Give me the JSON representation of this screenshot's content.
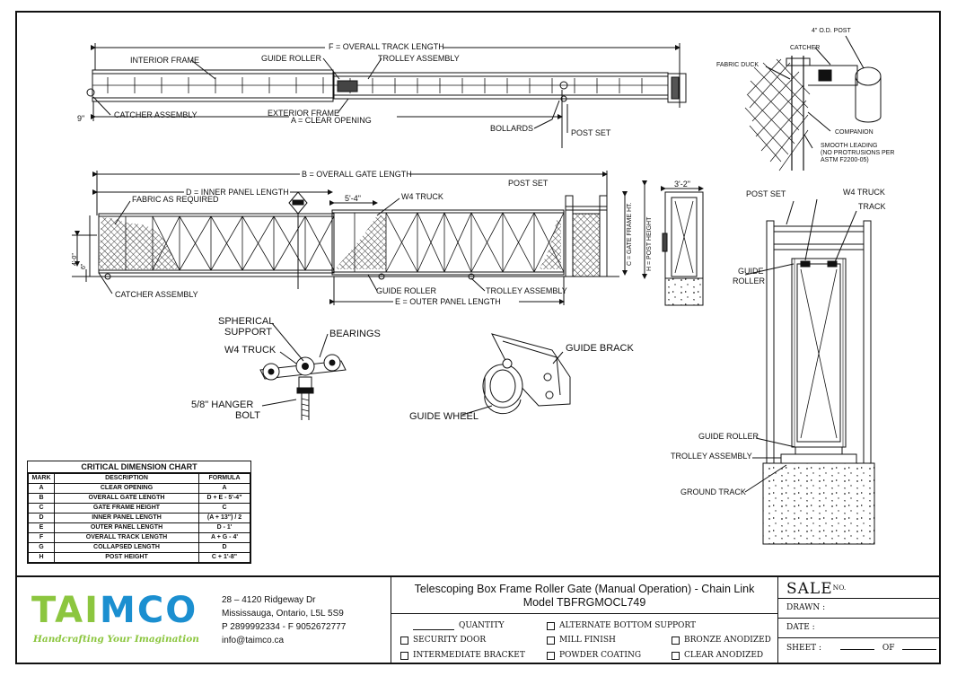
{
  "top_view": {
    "overall_track_length": "F = OVERALL TRACK LENGTH",
    "interior_frame": "INTERIOR FRAME",
    "guide_roller": "GUIDE ROLLER",
    "trolley_assembly": "TROLLEY ASSEMBLY",
    "catcher_assembly": "CATCHER ASSEMBLY",
    "exterior_frame": "EXTERIOR FRAME",
    "clear_opening": "A = CLEAR OPENING",
    "bollards": "BOLLARDS",
    "post_set": "POST SET",
    "nine_in": "9\""
  },
  "elevation": {
    "overall_gate_length": "B = OVERALL GATE LENGTH",
    "inner_panel_length": "D = INNER PANEL LENGTH",
    "fabric": "FABRIC AS REQUIRED",
    "dim_5_4": "5'-4\"",
    "w4_truck": "W4 TRUCK",
    "post_set": "POST SET",
    "gate_frame_ht": "C = GATE FRAME HT.",
    "post_height": "H = POST HEIGHT",
    "dim_4_0": "4'-0\"",
    "dim_6": "6\"",
    "catcher_assembly": "CATCHER ASSEMBLY",
    "guide_roller": "GUIDE ROLLER",
    "trolley_assembly": "TROLLEY ASSEMBLY",
    "outer_panel_length": "E = OUTER PANEL LENGTH",
    "dim_3_2": "3'-2\""
  },
  "catcher_detail": {
    "post_od": "4\" O.D. POST",
    "catcher": "CATCHER",
    "fabric_duck": "FABRIC DUCK",
    "companion": "COMPANION",
    "smooth_1": "SMOOTH LEADING",
    "smooth_2": "(NO PROTRUSIONS PER",
    "smooth_3": "ASTM F2200-05)"
  },
  "truck_detail": {
    "spherical": "SPHERICAL",
    "support": "SUPPORT",
    "bearings": "BEARINGS",
    "w4_truck": "W4 TRUCK",
    "hanger": "5/8\" HANGER",
    "bolt": "BOLT"
  },
  "wheel_detail": {
    "guide_brack": "GUIDE BRACK",
    "guide_wheel": "GUIDE WHEEL"
  },
  "section_view": {
    "post_set": "POST SET",
    "w4_truck": "W4 TRUCK",
    "track": "TRACK",
    "guide_roller_1": "GUIDE",
    "guide_roller_2": "ROLLER",
    "guide_roller": "GUIDE ROLLER",
    "trolley_assembly": "TROLLEY ASSEMBLY",
    "ground_track": "GROUND TRACK"
  },
  "chart": {
    "title": "CRITICAL DIMENSION CHART",
    "headers": [
      "MARK",
      "DESCRIPTION",
      "FORMULA"
    ],
    "rows": [
      [
        "A",
        "CLEAR OPENING",
        "A"
      ],
      [
        "B",
        "OVERALL GATE LENGTH",
        "D + E - 5'-4\""
      ],
      [
        "C",
        "GATE FRAME HEIGHT",
        "C"
      ],
      [
        "D",
        "INNER PANEL LENGTH",
        "(A + 13\") / 2"
      ],
      [
        "E",
        "OUTER PANEL LENGTH",
        "D - 1'"
      ],
      [
        "F",
        "OVERALL TRACK LENGTH",
        "A + G - 4'"
      ],
      [
        "G",
        "COLLAPSED LENGTH",
        "D"
      ],
      [
        "H",
        "POST HEIGHT",
        "C + 1'-8\""
      ]
    ]
  },
  "company": {
    "logo_text": "TAIMCO",
    "tagline": "Handcrafting Your Imagination",
    "address_1": "28 – 4120 Ridgeway Dr",
    "address_2": "Mississauga, Ontario, L5L 5S9",
    "phone": "P 2899992334 - F 9052672777",
    "email": "info@taimco.ca",
    "logo_green": "#8cc63f",
    "logo_blue": "#1b8fd0"
  },
  "title_block": {
    "title_1": "Telescoping Box Frame Roller Gate (Manual Operation) - Chain Link",
    "title_2": "Model TBFRGMOCL749",
    "quantity": "QUANTITY",
    "security_door": "SECURITY DOOR",
    "intermediate_bracket": "INTERMEDIATE BRACKET",
    "alternate_bottom": "ALTERNATE BOTTOM SUPPORT",
    "mill_finish": "MILL FINISH",
    "powder_coating": "POWDER COATING",
    "bronze_anodized": "BRONZE ANODIZED",
    "clear_anodized": "CLEAR ANODIZED",
    "sale": "SALE",
    "no": "NO.",
    "drawn": "DRAWN :",
    "date": "DATE :",
    "sheet": "SHEET :",
    "of": "OF"
  }
}
